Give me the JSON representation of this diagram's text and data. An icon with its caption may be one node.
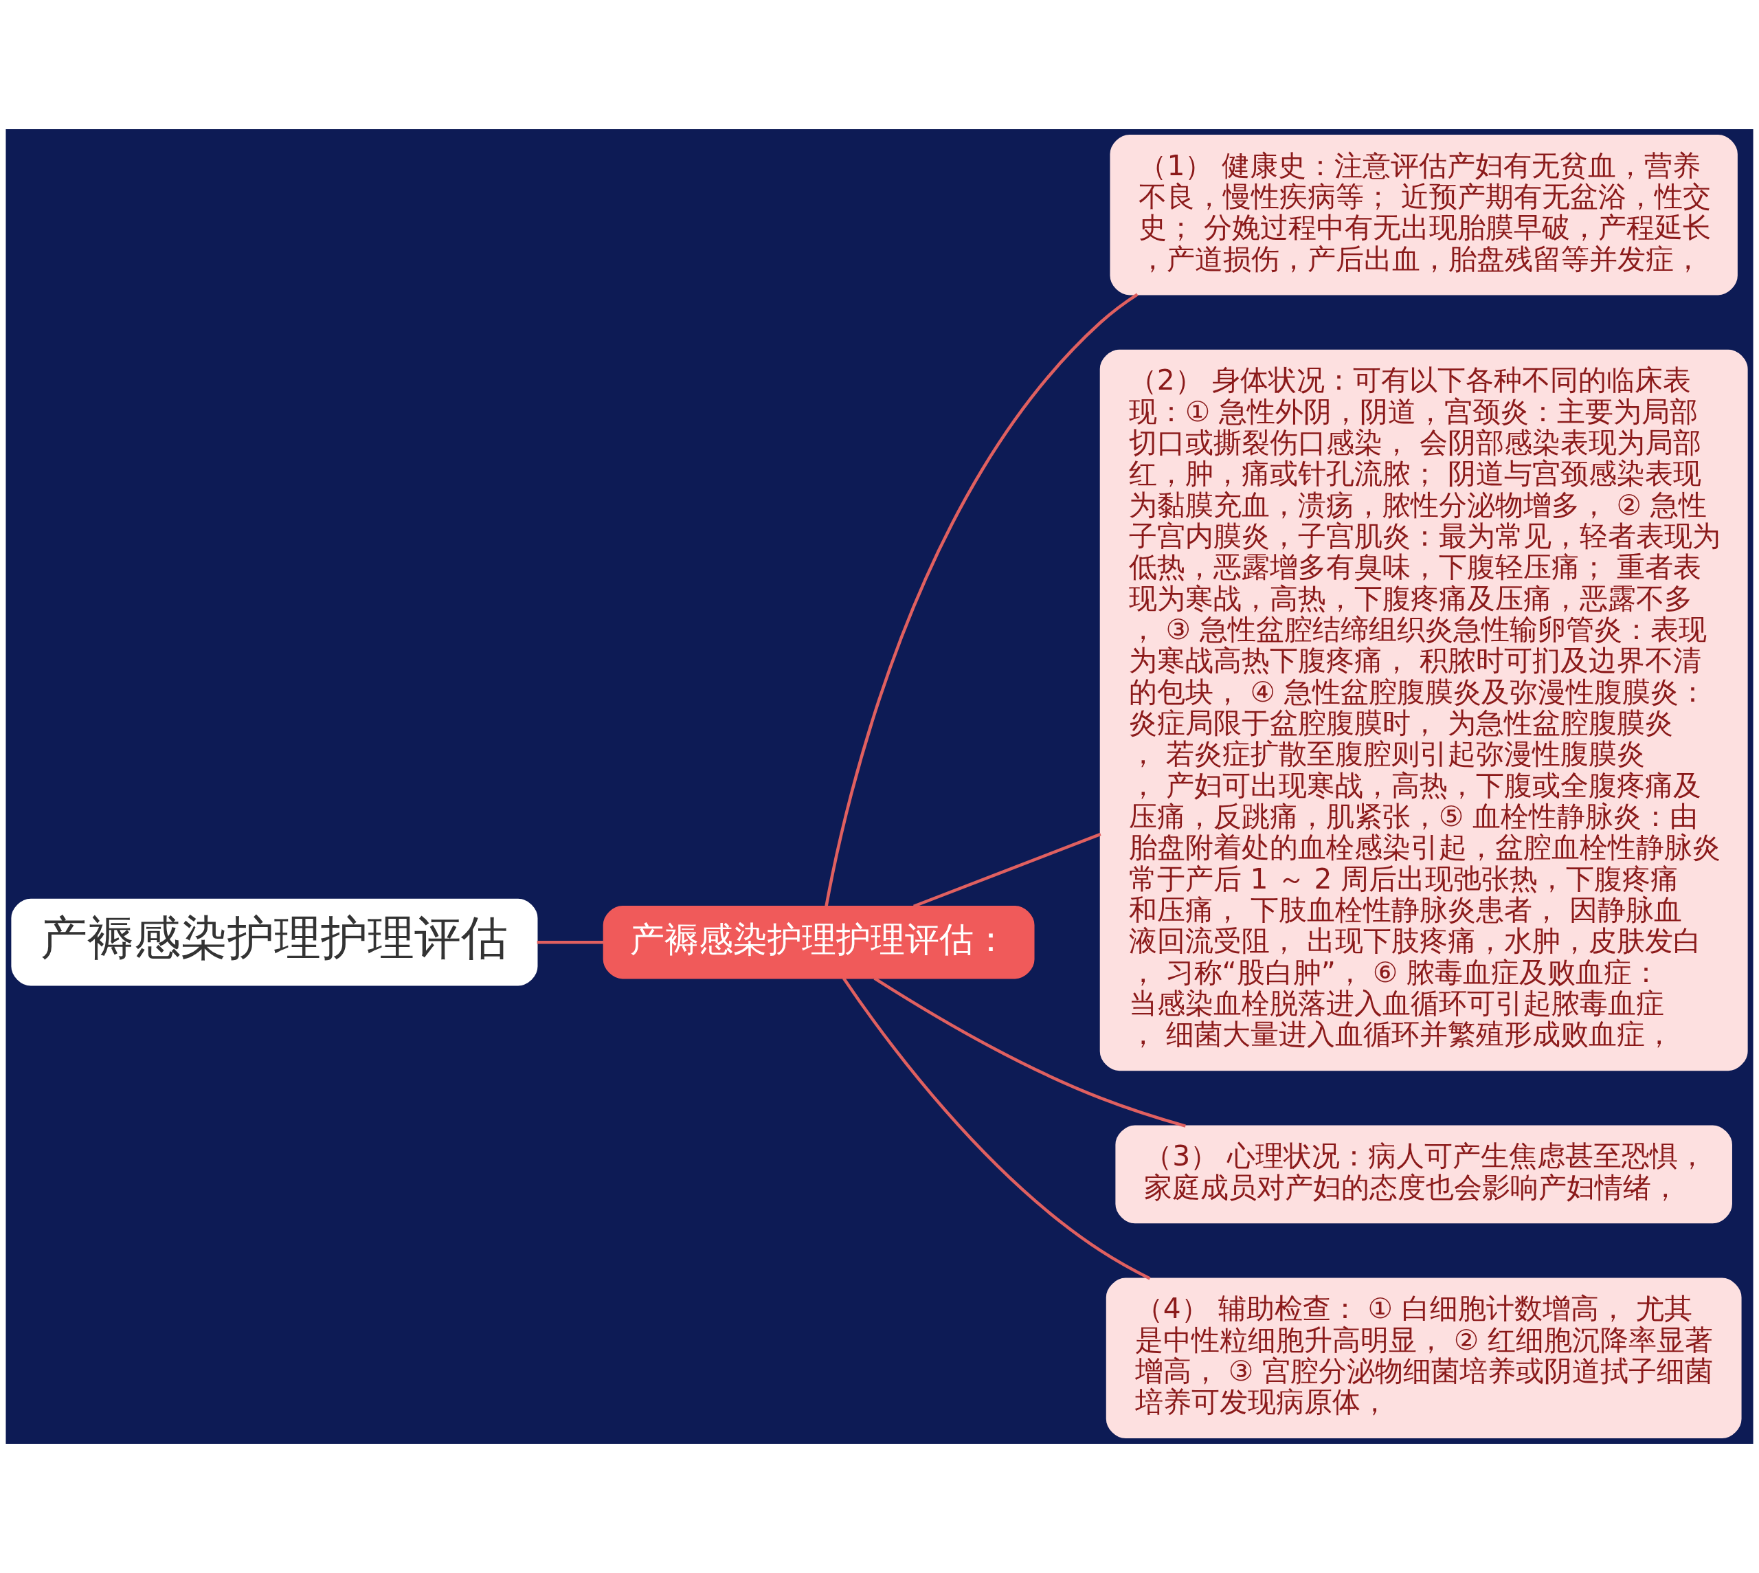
{
  "diagram": {
    "nodes": [
      {
        "text": [
          "产褥感染护理护理评估"
        ]
      },
      {
        "text": [
          "产褥感染护理护理评估："
        ]
      },
      {
        "text": [
          "（1） 健康史：注意评估产妇有无贫血，营养不良，慢性疾病等； 近预产期有无盆浴，性交史； 分娩过程中有无出现胎膜早破，产程延长，产道损伤，产后出血，胎盘残留等并发症，"
        ]
      },
      {
        "text": [
          "（2） 身体状况：可有以下各种不同的临床表现：① 急性外阴，阴道，宫颈炎：主要为局部切口或撕裂伤口感染， 会阴部感染表现为局部红，肿，痛或针孔流脓； 阴道与宫颈感染表现为黏膜充血，溃疡，脓性分泌物增多， ② 急性子宫内膜炎，子宫肌炎：最为常见，轻者表现为低热，恶露增多有臭味，下腹轻压痛； 重者表现为寒战，高热，下腹疼痛及压痛，恶露不多， ③ 急性盆腔结缔组织炎急性输卵管炎：表现为寒战高热下腹疼痛， 积脓时可扪及边界不清的包块， ④ 急性盆腔腹膜炎及弥漫性腹膜炎：炎症局限于盆腔腹膜时， 为急性盆腔腹膜炎， 若炎症扩散至腹腔则引起弥漫性腹膜炎， 产妇可出现寒战，高热，下腹或全腹疼痛及压痛，反跳痛，肌紧张，⑤ 血栓性静脉炎：由胎盘附着处的血栓感染引起，盆腔血栓性静脉炎常于产后 1 ～ 2 周后出现弛张热，下腹疼痛和压痛， 下肢血栓性静脉炎患者， 因静脉血液回流受阻， 出现下肢疼痛，水肿，皮肤发白， 习称“股白肿”， ⑥ 脓毒血症及败血症：当感染血栓脱落进入血循环可引起脓毒血症， 细菌大量进入血循环并繁殖形成败血症，"
        ]
      },
      {
        "text": [
          "（3） 心理状况：病人可产生焦虑甚至恐惧，家庭成员对产妇的态度也会影响产妇情绪，"
        ]
      },
      {
        "text": [
          "（4） 辅助检查： ① 白细胞计数增高， 尤其是中性粒细胞升高明显， ② 红细胞沉降率显著增高， ③ 宫腔分泌物细菌培养或阴道拭子细菌培养可发现病原体，"
        ]
      }
    ],
    "edges": [
      {
        "from": 0,
        "to": 1,
        "arrow": "none"
      },
      {
        "from": 1,
        "to": 2,
        "arrow": "none"
      },
      {
        "from": 1,
        "to": 3,
        "arrow": "none"
      },
      {
        "from": 1,
        "to": 4,
        "arrow": "none"
      },
      {
        "from": 1,
        "to": 5,
        "arrow": "none"
      }
    ]
  }
}
